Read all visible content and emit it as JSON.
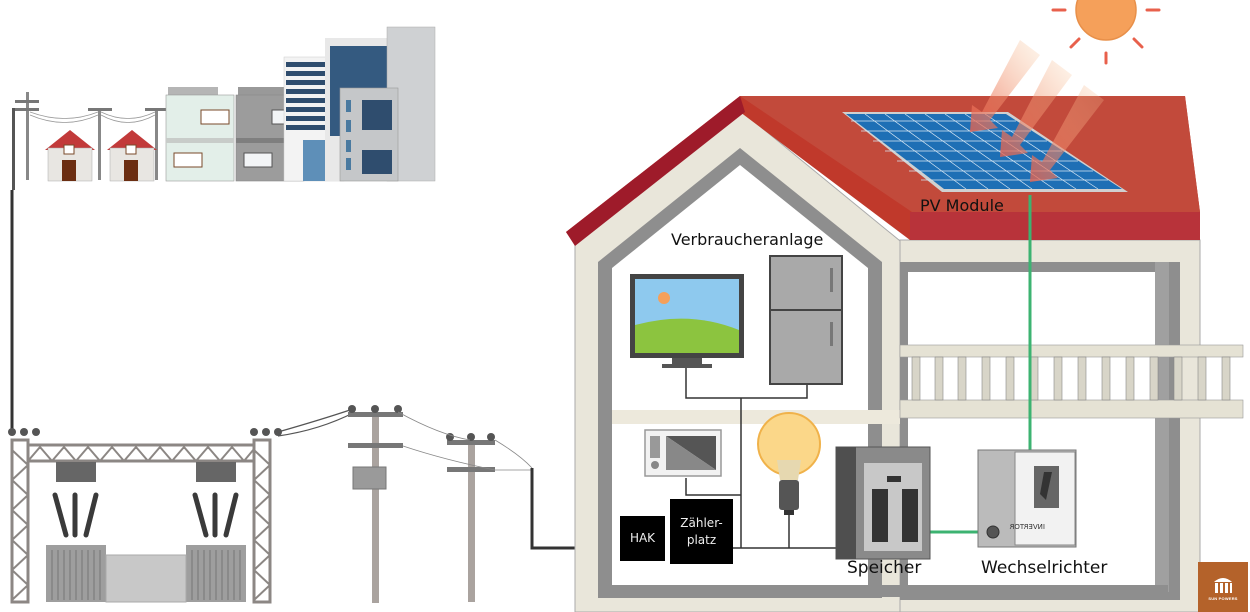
{
  "title": "Netzanschluss und PV-Anlage",
  "labels": {
    "pv_module": "PV Module",
    "verbraucheranlage": "Verbraucheranlage",
    "speicher": "Speicher",
    "wechselrichter": "Wechselrichter",
    "hak": "HAK",
    "zaehlerplatz_line1": "Zähler-",
    "zaehlerplatz_line2": "platz",
    "inverter_plate": "INVERTOR"
  },
  "logo": {
    "text": "SUN POWERS"
  },
  "colors": {
    "roof": "#c0392b",
    "roof_dark": "#9e1b2a",
    "panel": "#1e6fb5",
    "sun": "#f5a05a",
    "sun_ray": "#e8604c",
    "dc_line": "#3cb371",
    "grid_line": "#333333",
    "wall": "#e9e6da",
    "wall_inner": "#8e8e8e",
    "logo_bg": "#b4622a"
  },
  "icons": [
    "sun-icon",
    "solar-panel-icon",
    "tv-icon",
    "fridge-icon",
    "microwave-icon",
    "light-bulb-icon",
    "battery-storage-icon",
    "inverter-icon",
    "substation-icon",
    "utility-pole-icon",
    "city-buildings-icon",
    "house-icon"
  ]
}
